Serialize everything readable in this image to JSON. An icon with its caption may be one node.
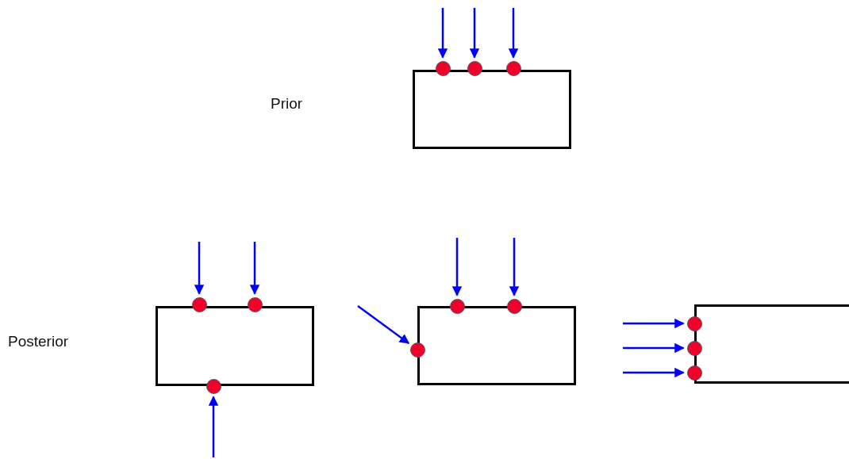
{
  "diagram": {
    "nodes": [
      {
        "text": [],
        "shape": "box"
      },
      {
        "text": [],
        "shape": "circle"
      },
      {
        "text": [],
        "shape": "circle"
      },
      {
        "text": [],
        "shape": "circle"
      },
      {
        "text": [],
        "shape": "box"
      },
      {
        "text": [],
        "shape": "circle"
      },
      {
        "text": [],
        "shape": "circle"
      },
      {
        "text": [],
        "shape": "circle"
      },
      {
        "text": [],
        "shape": "box"
      },
      {
        "text": [],
        "shape": "circle"
      },
      {
        "text": [],
        "shape": "circle"
      },
      {
        "text": [],
        "shape": "circle"
      },
      {
        "text": [],
        "shape": "box"
      },
      {
        "text": [],
        "shape": "circle"
      },
      {
        "text": [],
        "shape": "circle"
      },
      {
        "text": [],
        "shape": "circle"
      }
    ],
    "edges": [
      {
        "from": null,
        "to": 1,
        "arrow": "to"
      },
      {
        "from": null,
        "to": 2,
        "arrow": "to"
      },
      {
        "from": null,
        "to": 3,
        "arrow": "to"
      },
      {
        "from": null,
        "to": 5,
        "arrow": "to"
      },
      {
        "from": null,
        "to": 6,
        "arrow": "to"
      },
      {
        "from": null,
        "to": 7,
        "arrow": "to"
      },
      {
        "from": null,
        "to": 9,
        "arrow": "to"
      },
      {
        "from": null,
        "to": 10,
        "arrow": "to"
      },
      {
        "from": null,
        "to": 11,
        "arrow": "to"
      },
      {
        "from": null,
        "to": 13,
        "arrow": "to"
      },
      {
        "from": null,
        "to": 14,
        "arrow": "to"
      },
      {
        "from": null,
        "to": 15,
        "arrow": "to"
      }
    ],
    "labels": [
      "Prior",
      "Posterior"
    ]
  }
}
